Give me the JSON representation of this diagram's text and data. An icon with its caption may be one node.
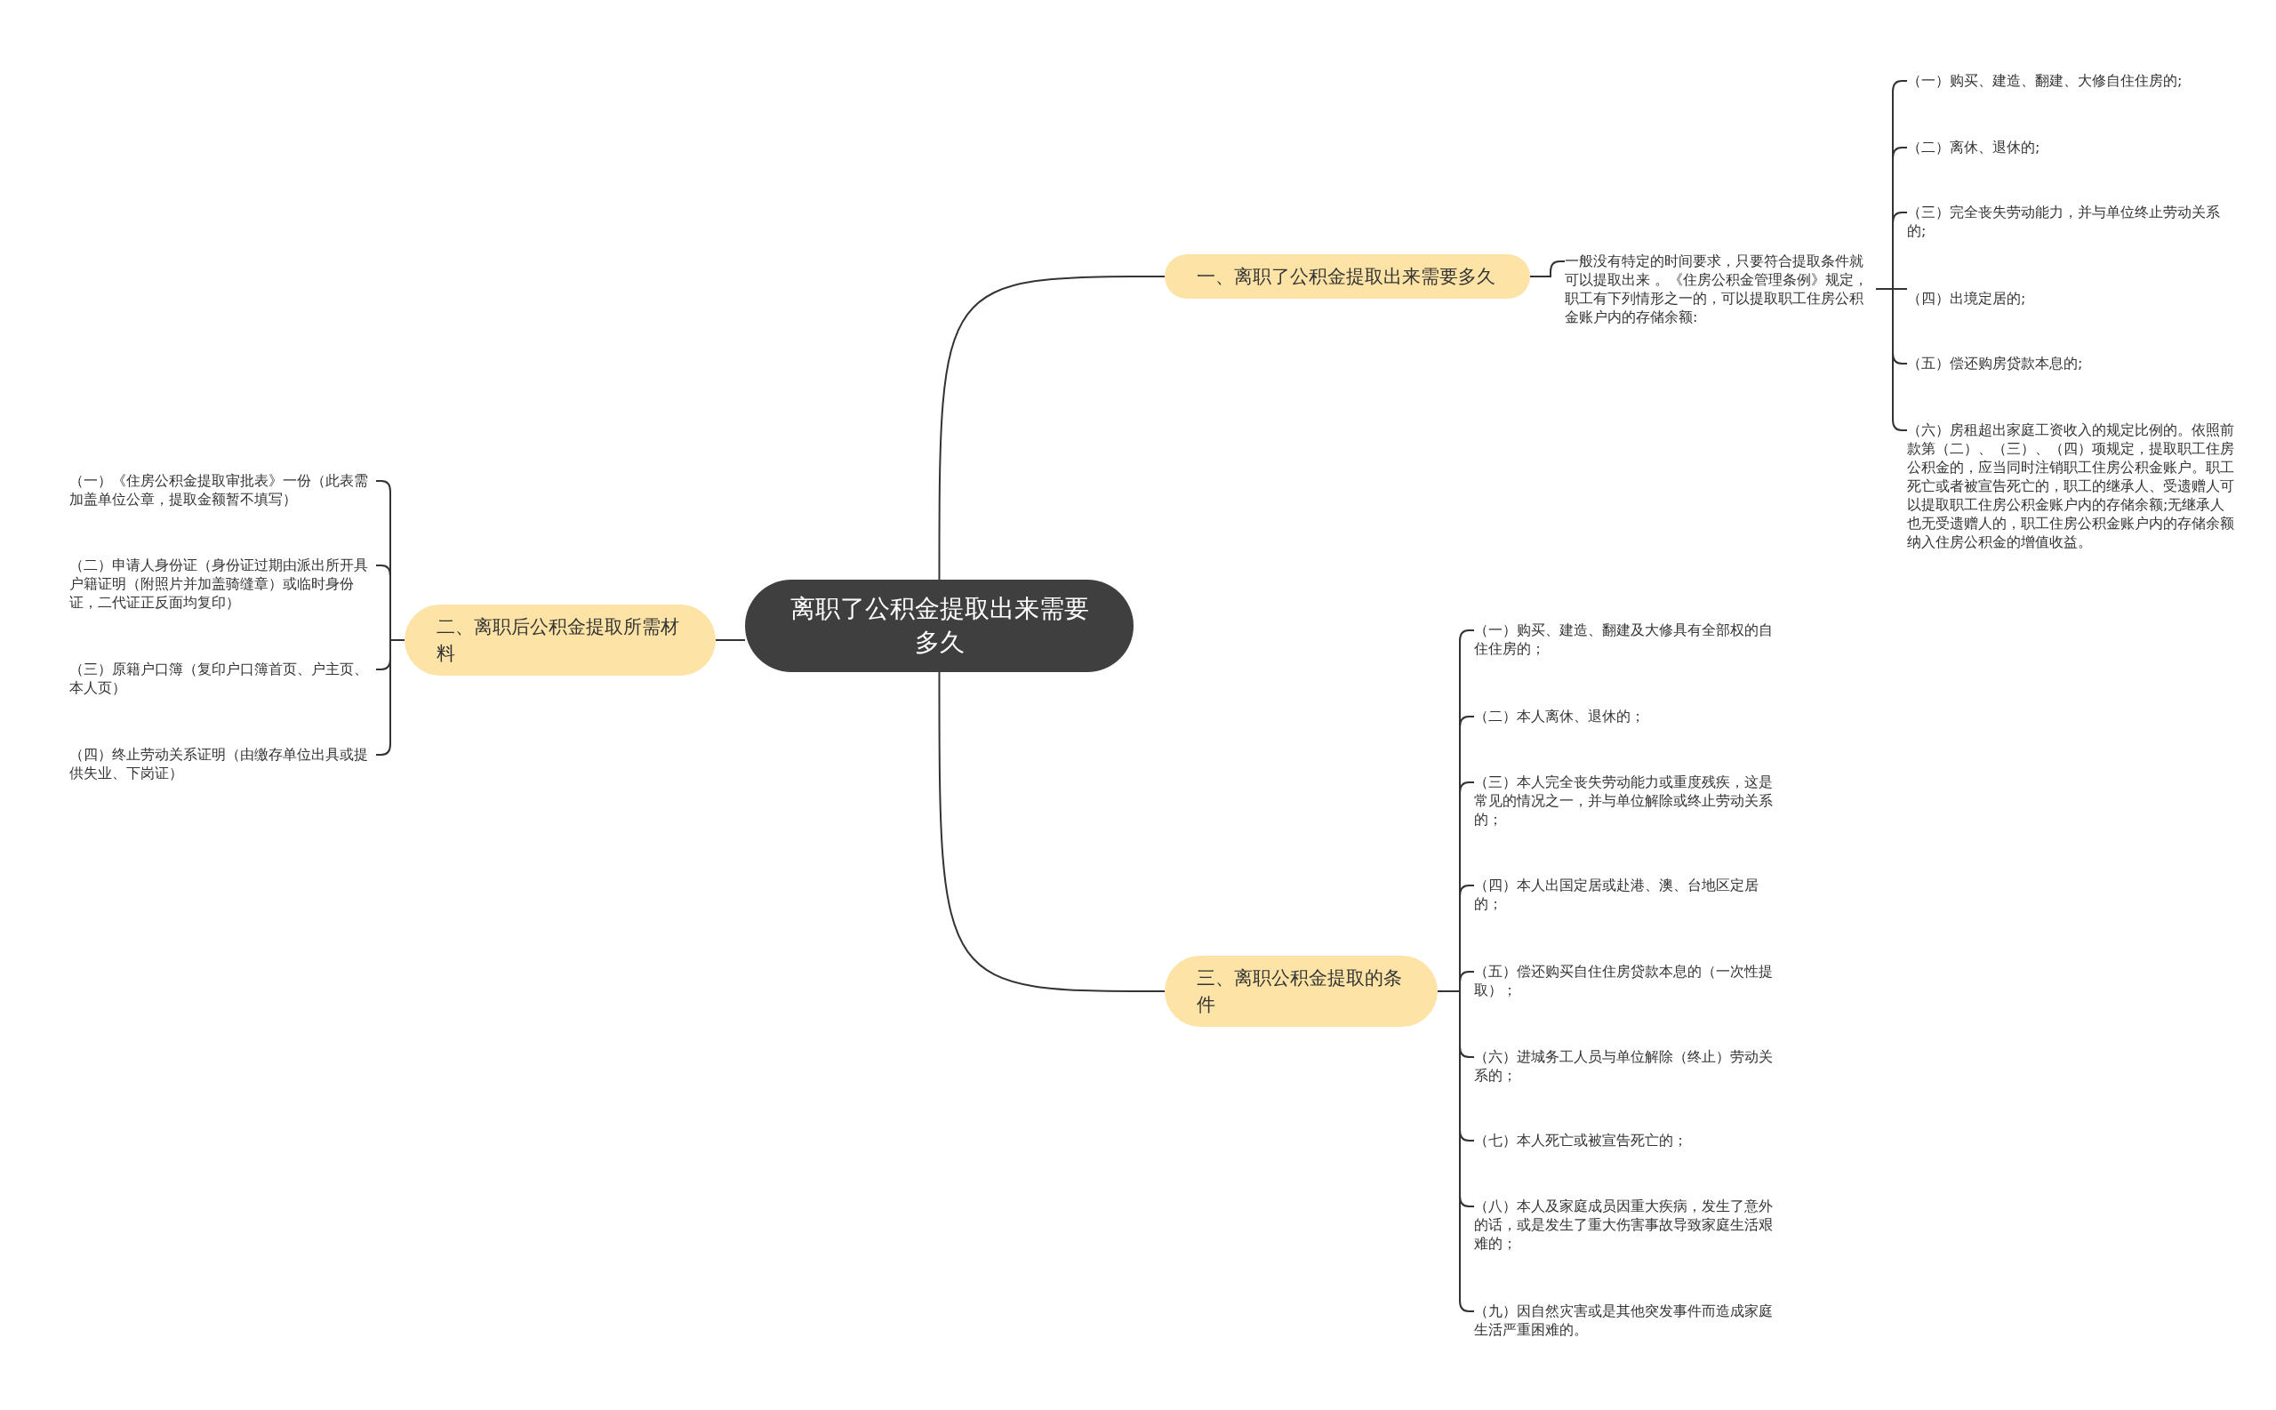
{
  "diagram": {
    "nodes": [
      {
        "text": [
          "离职了公积金提取出来需要多久"
        ]
      },
      {
        "text": [
          "一、离职了公积金提取出来需要多久"
        ]
      },
      {
        "text": [
          "一般没有特定的时间要求，只要符合提取条件就可以提取出来 。《住房公积金管理条例》规定，职工有下列情形之一的，可以提取职工住房公积金账户内的存储余额:"
        ]
      },
      {
        "text": [
          "（一）购买、建造、翻建、大修自住住房的;"
        ]
      },
      {
        "text": [
          "（二）离休、退休的;"
        ]
      },
      {
        "text": [
          "（三）完全丧失劳动能力，并与单位终止劳动关系的;"
        ]
      },
      {
        "text": [
          "（四）出境定居的;"
        ]
      },
      {
        "text": [
          "（五）偿还购房贷款本息的;"
        ]
      },
      {
        "text": [
          "（六）房租超出家庭工资收入的规定比例的。依照前款第（二）、（三）、（四）项规定，提取职工住房公积金的，应当同时注销职工住房公积金账户。职工死亡或者被宣告死亡的，职工的继承人、受遗赠人可以提取职工住房公积金账户内的存储余额;无继承人也无受遗赠人的，职工住房公积金账户内的存储余额纳入住房公积金的增值收益。"
        ]
      },
      {
        "text": [
          "二、离职后公积金提取所需材料"
        ]
      },
      {
        "text": [
          "（一）《住房公积金提取审批表》一份（此表需加盖单位公章，提取金额暂不填写）"
        ]
      },
      {
        "text": [
          "（二）申请人身份证（身份证过期由派出所开具户籍证明（附照片并加盖骑缝章）或临时身份证，二代证正反面均复印）"
        ]
      },
      {
        "text": [
          "（三）原籍户口簿（复印户口簿首页、户主页、本人页）"
        ]
      },
      {
        "text": [
          "（四）终止劳动关系证明（由缴存单位出具或提供失业、下岗证）"
        ]
      },
      {
        "text": [
          "三、离职公积金提取的条件"
        ]
      },
      {
        "text": [
          "（一）购买、建造、翻建及大修具有全部权的自住住房的；"
        ]
      },
      {
        "text": [
          "（二）本人离休、退休的；"
        ]
      },
      {
        "text": [
          "（三）本人完全丧失劳动能力或重度残疾，这是常见的情况之一，并与单位解除或终止劳动关系的；"
        ]
      },
      {
        "text": [
          "（四）本人出国定居或赴港、澳、台地区定居的；"
        ]
      },
      {
        "text": [
          "（五）偿还购买自住住房贷款本息的（一次性提取）；"
        ]
      },
      {
        "text": [
          "（六）进城务工人员与单位解除（终止）劳动关系的；"
        ]
      },
      {
        "text": [
          "（七）本人死亡或被宣告死亡的；"
        ]
      },
      {
        "text": [
          "（八）本人及家庭成员因重大疾病，发生了意外的话，或是发生了重大伤害事故导致家庭生活艰难的；"
        ]
      },
      {
        "text": [
          "（九）因自然灾害或是其他突发事件而造成家庭生活严重困难的。"
        ]
      }
    ],
    "edges": [
      {
        "from": 0,
        "to": 1,
        "arrow": "none"
      },
      {
        "from": 1,
        "to": 2,
        "arrow": "none"
      },
      {
        "from": 2,
        "to": 3,
        "arrow": "none"
      },
      {
        "from": 2,
        "to": 4,
        "arrow": "none"
      },
      {
        "from": 2,
        "to": 5,
        "arrow": "none"
      },
      {
        "from": 2,
        "to": 6,
        "arrow": "none"
      },
      {
        "from": 2,
        "to": 7,
        "arrow": "none"
      },
      {
        "from": 2,
        "to": 8,
        "arrow": "none"
      },
      {
        "from": 0,
        "to": 9,
        "arrow": "none"
      },
      {
        "from": 9,
        "to": 10,
        "arrow": "none"
      },
      {
        "from": 9,
        "to": 11,
        "arrow": "none"
      },
      {
        "from": 9,
        "to": 12,
        "arrow": "none"
      },
      {
        "from": 9,
        "to": 13,
        "arrow": "none"
      },
      {
        "from": 0,
        "to": 14,
        "arrow": "none"
      },
      {
        "from": 14,
        "to": 15,
        "arrow": "none"
      },
      {
        "from": 14,
        "to": 16,
        "arrow": "none"
      },
      {
        "from": 14,
        "to": 17,
        "arrow": "none"
      },
      {
        "from": 14,
        "to": 18,
        "arrow": "none"
      },
      {
        "from": 14,
        "to": 19,
        "arrow": "none"
      },
      {
        "from": 14,
        "to": 20,
        "arrow": "none"
      },
      {
        "from": 14,
        "to": 21,
        "arrow": "none"
      },
      {
        "from": 14,
        "to": 22,
        "arrow": "none"
      },
      {
        "from": 14,
        "to": 23,
        "arrow": "none"
      }
    ]
  }
}
